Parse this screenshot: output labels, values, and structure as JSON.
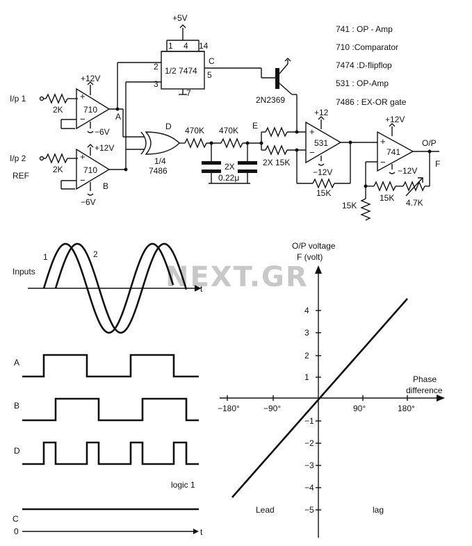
{
  "watermark": "NEXT.GR",
  "legend": [
    "741 : OP - Amp",
    "710 :Comparator",
    "7474 :D-flipflop",
    "531 : OP-Amp",
    "7486 : EX-OR gate"
  ],
  "schematic": {
    "input1": "I/p  1",
    "input2": "I/p  2",
    "ref": "REF",
    "r_in1": "2K",
    "r_in2": "2K",
    "comp1": "710",
    "comp2": "710",
    "comp1_vpos": "+12V",
    "comp1_vneg": "−6V",
    "comp2_vpos": "+12V",
    "comp2_vneg": "−6V",
    "node_a": "A",
    "node_b": "B",
    "node_c": "C",
    "node_d": "D",
    "node_e": "E",
    "node_f": "F",
    "ff_label": "1/2 7474",
    "ff_vcc": "+5V",
    "ff_pin1": "1",
    "ff_pin4": "4",
    "ff_pin14": "14",
    "ff_pin2": "2",
    "ff_pin3": "3",
    "ff_pin5": "5",
    "ff_pin7": "7",
    "transistor": "2N2369",
    "xor_frac": "1/4",
    "xor_part": "7486",
    "r470_1": "470K",
    "r470_2": "470K",
    "cap_label": "2X",
    "cap_value": "0.22μ",
    "r_2x15k": "2X  15K",
    "opamp531": "531",
    "op531_vpos": "+12",
    "op531_vneg": "−12V",
    "r_fb531": "15K",
    "opamp741": "741",
    "op741_vpos": "+12V",
    "op741_vneg": "−12V",
    "r_15k_a": "15K",
    "r_15k_b": "15K",
    "r_pot": "4.7K",
    "output": "O/P",
    "plus": "+",
    "minus": "−"
  },
  "timing": {
    "inputs_label": "Inputs",
    "wave1": "1",
    "wave2": "2",
    "t_top": "t",
    "a": "A",
    "b": "B",
    "d": "D",
    "logic1": "logic 1",
    "c": "C",
    "zero": "0",
    "t_bottom": "t"
  },
  "transfer": {
    "ylabel_line1": "O/P voltage",
    "ylabel_line2": "F (volt)",
    "xlabel_line1": "Phase",
    "xlabel_line2": "difference",
    "xticks": [
      "−180°",
      "−90°",
      "90°",
      "180°"
    ],
    "yticks": [
      "4",
      "3",
      "2",
      "1",
      "−1",
      "−2",
      "−3",
      "−4",
      "−5"
    ],
    "lead": "Lead",
    "lag": "lag"
  }
}
